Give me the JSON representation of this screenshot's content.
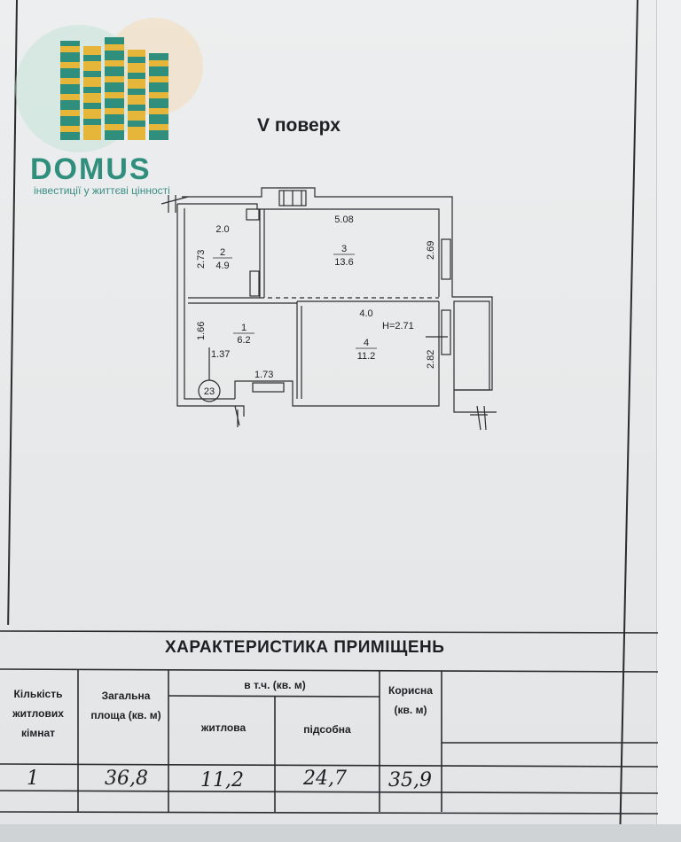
{
  "logo": {
    "name": "DOMUS",
    "tagline": "інвестиції у життєві цінності"
  },
  "floor_title": "V поверх",
  "plan": {
    "rooms": [
      {
        "number": "2",
        "area": "4.9",
        "width": "2.0",
        "height": "2.73"
      },
      {
        "number": "3",
        "area": "13.6",
        "width": "5.08",
        "height": "2.69"
      },
      {
        "number": "1",
        "area": "6.2",
        "height": "1.66",
        "width": "1.37"
      },
      {
        "number": "4",
        "area": "11.2",
        "width": "4.0",
        "height": "2.82"
      }
    ],
    "extra_dimension": "1.73",
    "ceiling_height": "H=2.71",
    "stair_number": "23"
  },
  "table": {
    "title": "ХАРАКТЕРИСТИКА ПРИМІЩЕНЬ",
    "col_rooms": "Кількість житлових кімнат",
    "col_total": "Загальна площа (кв. м)",
    "col_incl": "в т.ч. (кв. м)",
    "col_living": "житлова",
    "col_aux": "підсобна",
    "col_useful": "Корисна (кв. м)",
    "values": {
      "rooms": "1",
      "total": "36,8",
      "living": "11,2",
      "aux": "24,7",
      "useful": "35,9"
    }
  }
}
